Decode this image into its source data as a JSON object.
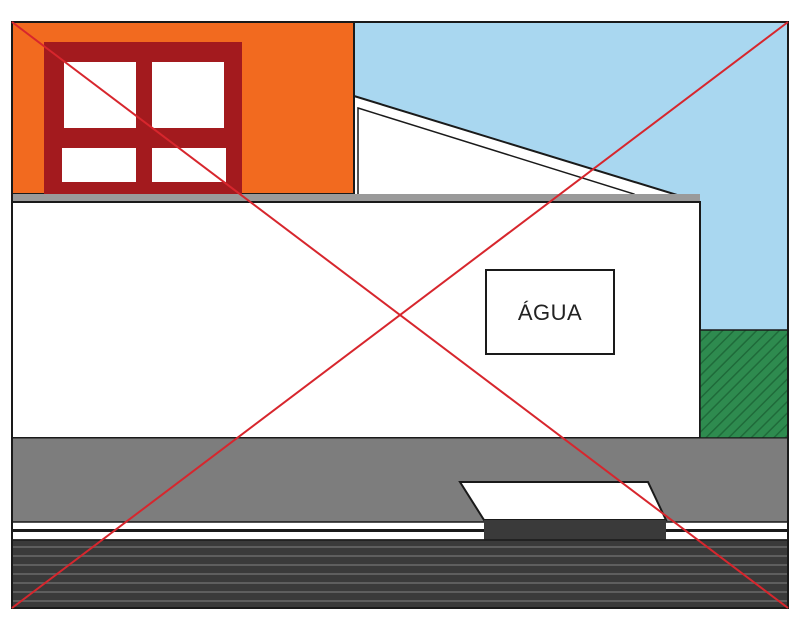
{
  "sign": {
    "label": "ÁGUA"
  },
  "colors": {
    "sky": "#a9d7f0",
    "orange_wall": "#f26a1f",
    "window_frame": "#a31a1e",
    "window_glass": "#ffffff",
    "house_wall": "#ffffff",
    "grass": "#2e8b4f",
    "sidewalk": "#7d7d7d",
    "curb_stripe": "#ffffff",
    "road": "#3c3c3c",
    "road_lines": "#5a5a5a",
    "cross_out": "#d7262d",
    "outline": "#1a1a1a"
  },
  "icons": {
    "cross_out": "red-x-cross-out",
    "grass": "hatched-grass-patch",
    "window": "four-pane-window"
  }
}
